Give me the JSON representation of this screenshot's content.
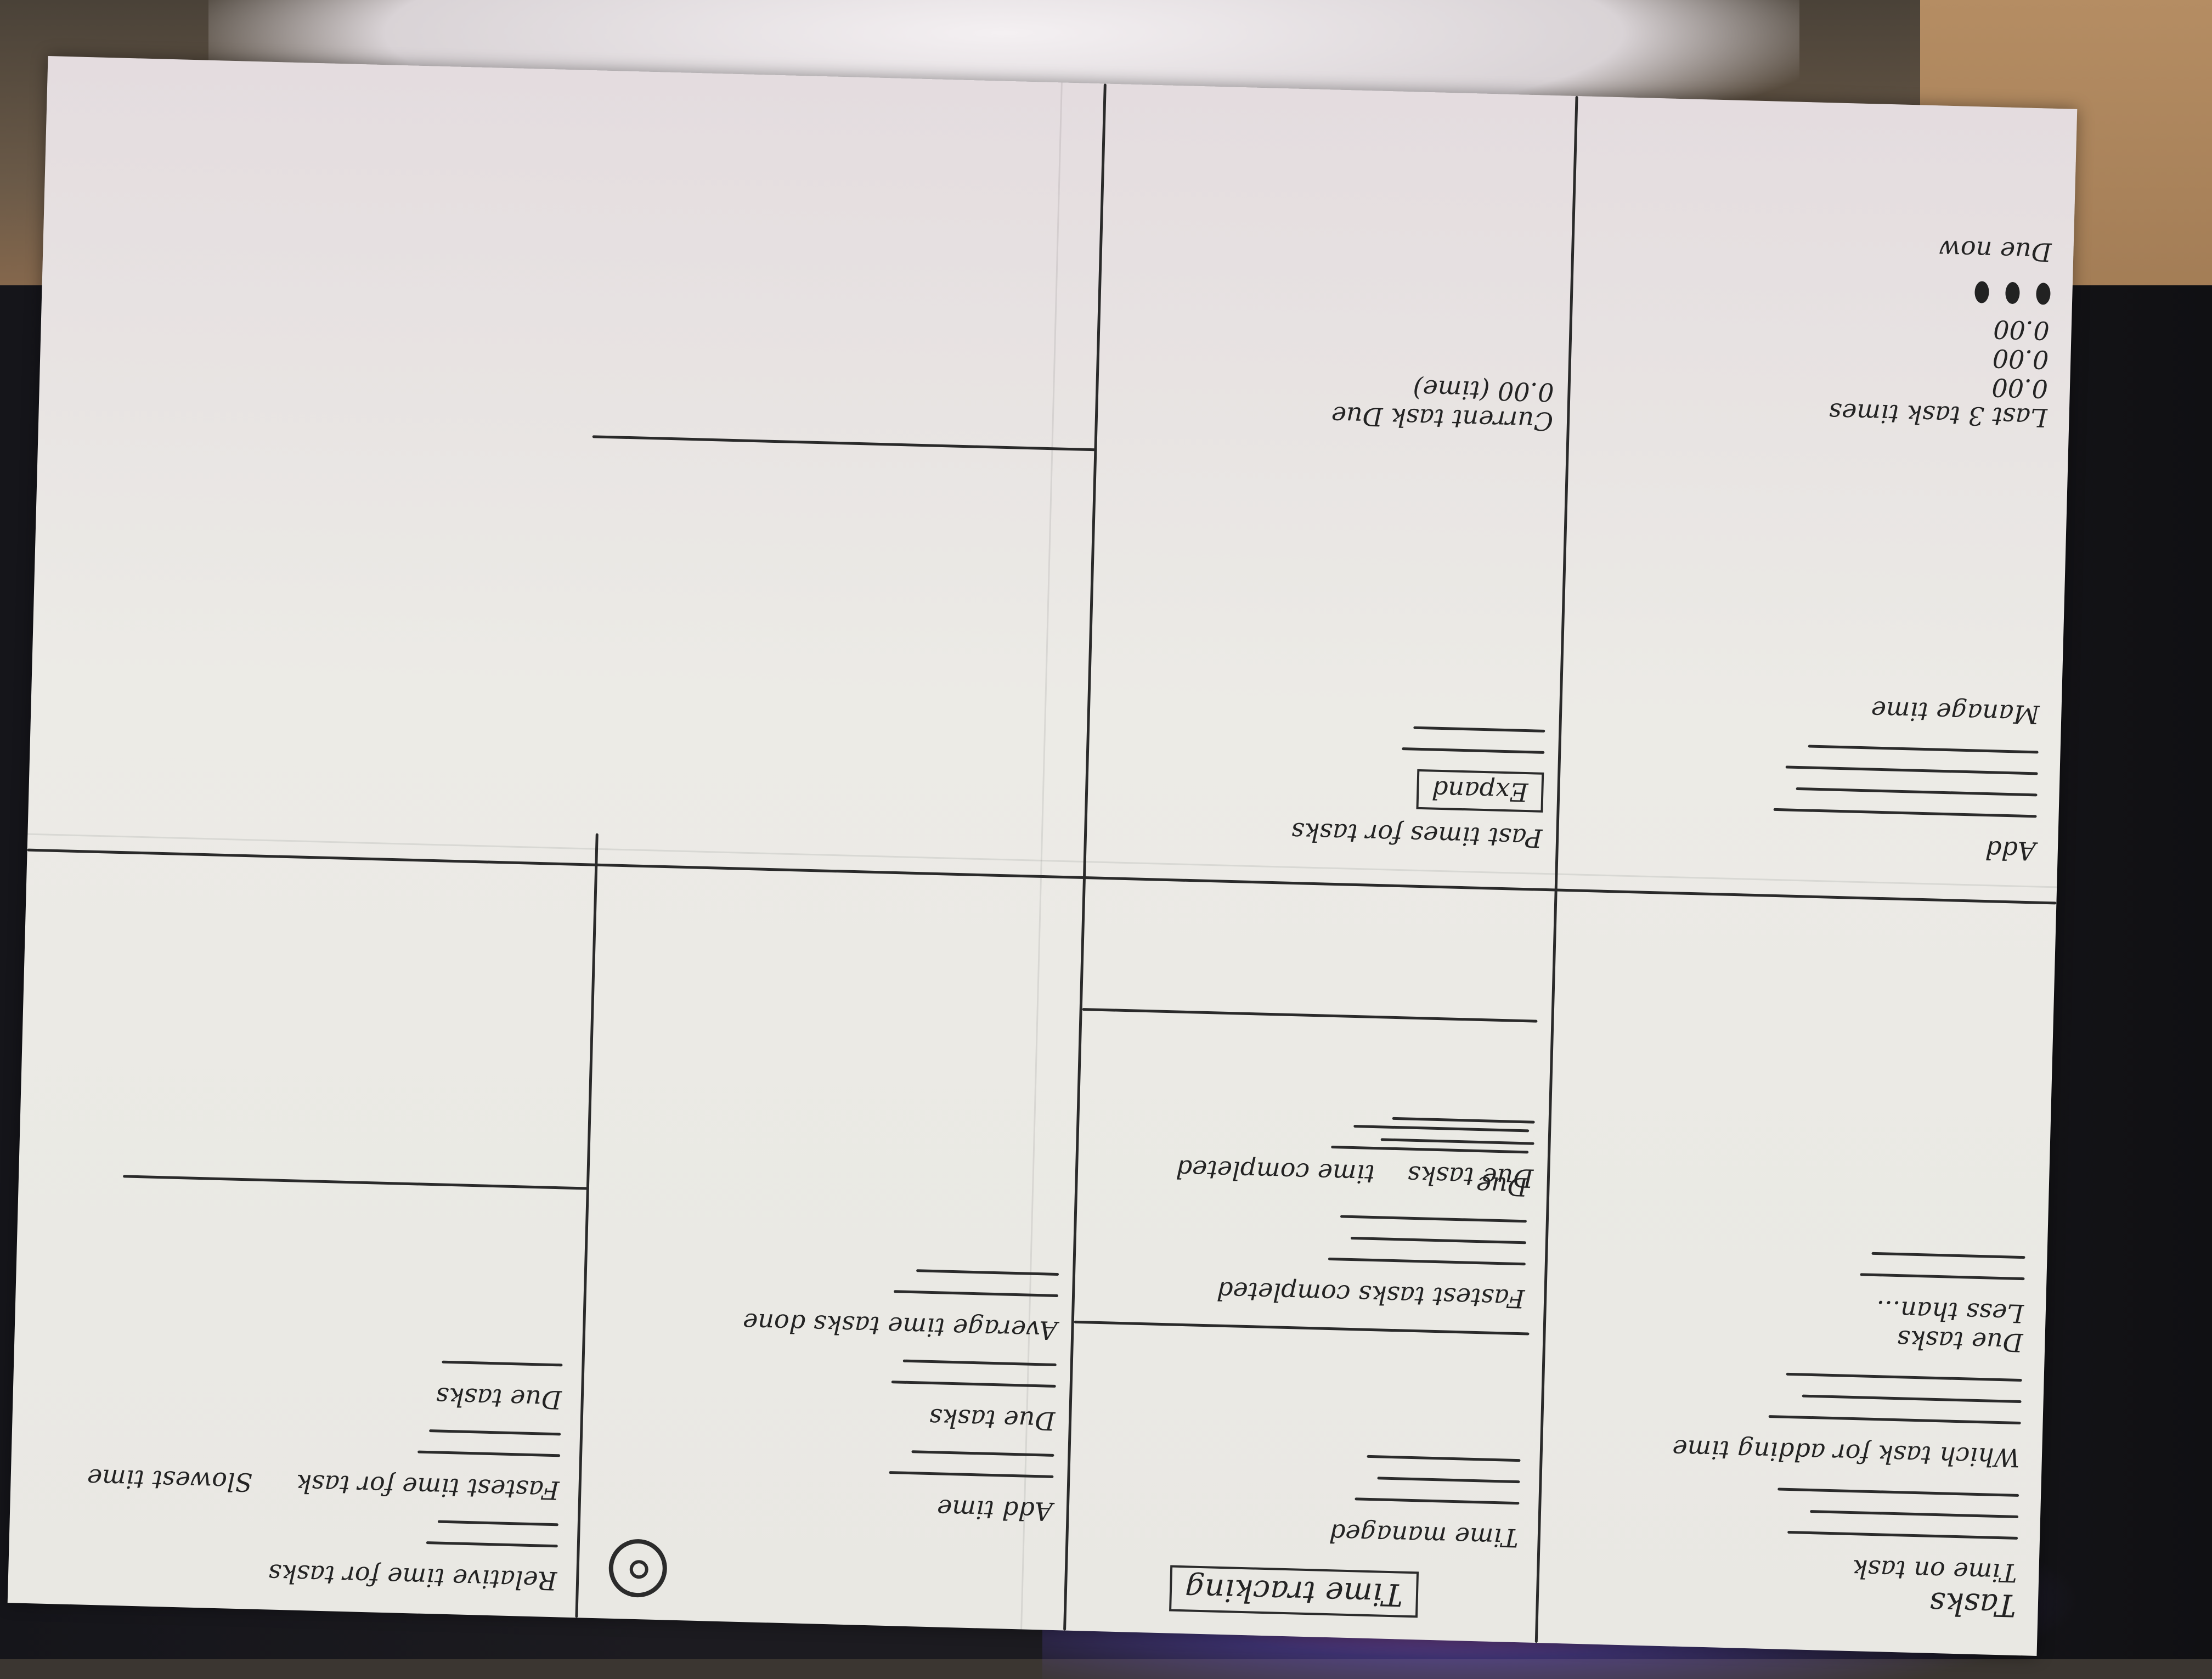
{
  "sketch": {
    "panels": {
      "home": {
        "title": "Time tracking",
        "left_heading": "Time managed",
        "right_heading": "Add time",
        "settings_icon": "gear-icon"
      },
      "tasks": {
        "title": "Tasks",
        "subtitle": "Time on task",
        "prompt": "Which task for adding time",
        "due_label": "Due tasks",
        "less_than_label": "Less than..."
      },
      "fastest": {
        "title": "Fastest tasks completed",
        "due_label": "Due"
      },
      "average": {
        "title": "Average time tasks done",
        "due_label": "Due tasks"
      },
      "relative": {
        "title": "Relative time for tasks",
        "fastest_col": "Fastest time for task",
        "slowest_col": "Slowest time",
        "due_label": "Due tasks"
      },
      "manage": {
        "title": "Manage time",
        "add_label": "Add"
      },
      "current": {
        "due_now": "Due now",
        "last_three": "Last 3 task times",
        "times": [
          "0.00",
          "0.00",
          "0.00"
        ],
        "current_task": "Current task Due",
        "current_time": "0.00 (time)"
      },
      "past": {
        "title": "Past times for tasks",
        "button": "Expand",
        "due_tasks": "Due tasks",
        "time_completed": "time completed"
      }
    }
  }
}
